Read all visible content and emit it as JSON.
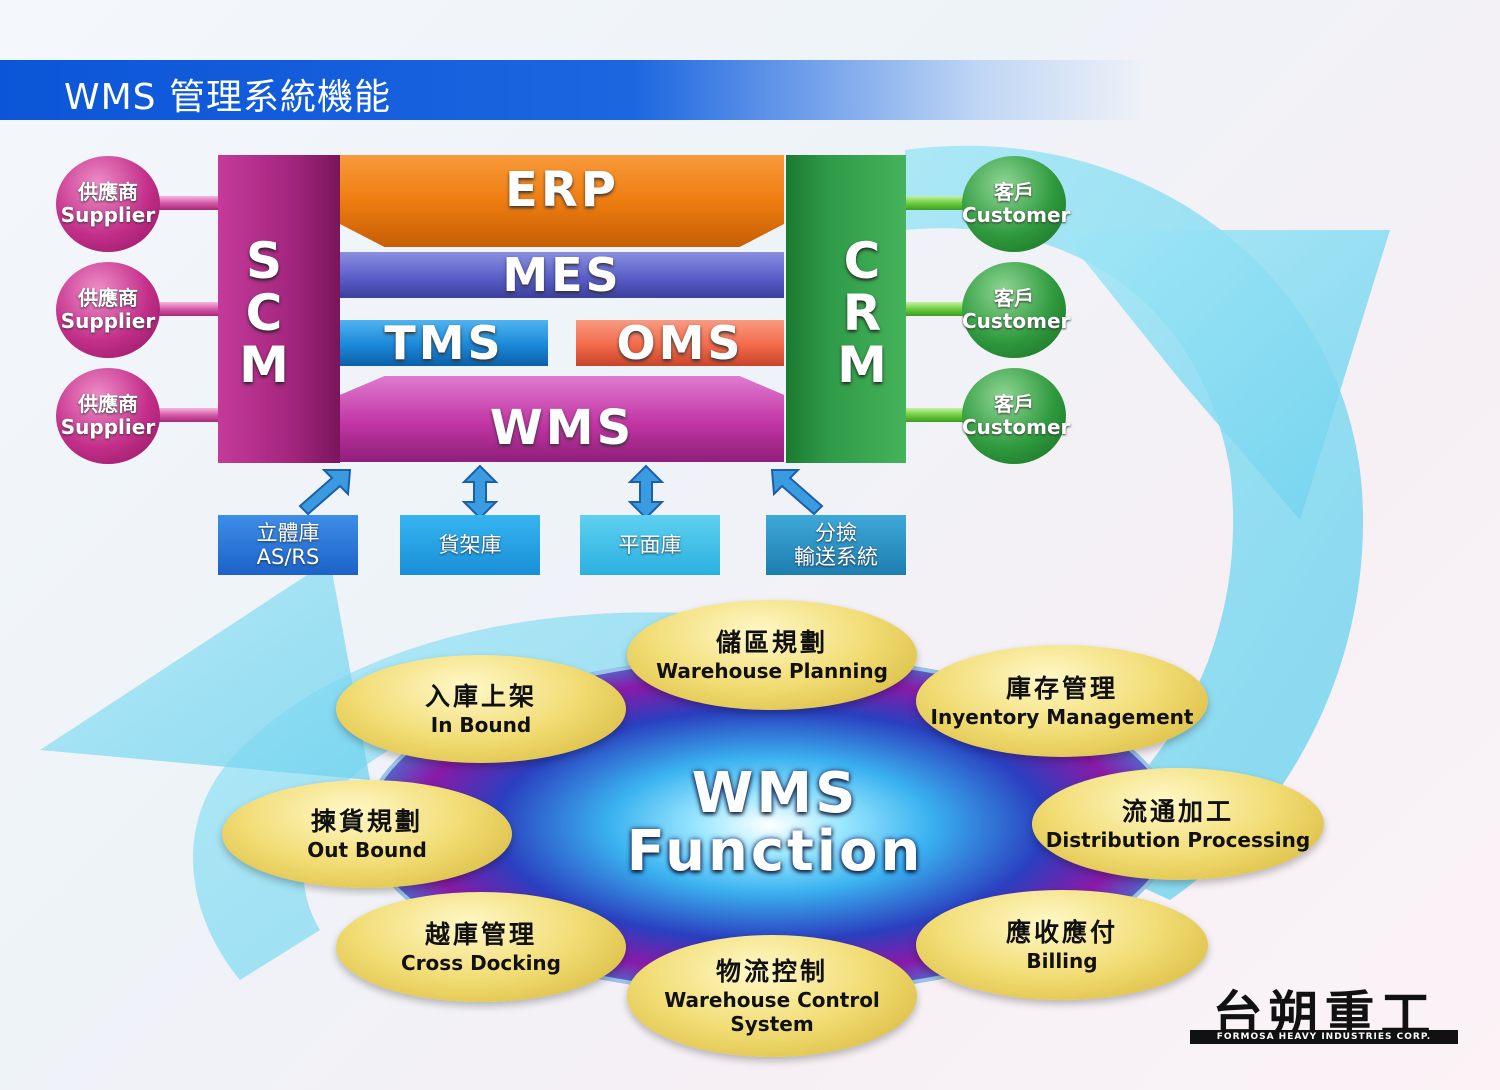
{
  "title": "WMS  管理系統機能",
  "suppliers": [
    {
      "zh": "供應商",
      "en": "Supplier"
    },
    {
      "zh": "供應商",
      "en": "Supplier"
    },
    {
      "zh": "供應商",
      "en": "Supplier"
    }
  ],
  "customers": [
    {
      "zh": "客戶",
      "en": "Customer"
    },
    {
      "zh": "客戶",
      "en": "Customer"
    },
    {
      "zh": "客戶",
      "en": "Customer"
    }
  ],
  "scm": [
    "S",
    "C",
    "M"
  ],
  "crm": [
    "C",
    "R",
    "M"
  ],
  "layers": {
    "erp": "ERP",
    "mes": "MES",
    "tms": "TMS",
    "oms": "OMS",
    "wms": "WMS"
  },
  "storage": [
    {
      "l1": "立體庫",
      "l2": "AS/RS"
    },
    {
      "l1": "貨架庫",
      "l2": ""
    },
    {
      "l1": "平面庫",
      "l2": ""
    },
    {
      "l1": "分撿",
      "l2": "輸送系統"
    }
  ],
  "hub": {
    "line1": "WMS",
    "line2": "Function"
  },
  "functions": {
    "planning": {
      "zh": "儲區規劃",
      "en": "Warehouse Planning"
    },
    "inbound": {
      "zh": "入庫上架",
      "en": "In Bound"
    },
    "inventory": {
      "zh": "庫存管理",
      "en": "Inyentory Management"
    },
    "outbound": {
      "zh": "揀貨規劃",
      "en": "Out Bound"
    },
    "processing": {
      "zh": "流通加工",
      "en": "Distribution Processing"
    },
    "crossdock": {
      "zh": "越庫管理",
      "en": "Cross Docking"
    },
    "billing": {
      "zh": "應收應付",
      "en": "Billing"
    },
    "control": {
      "zh": "物流控制",
      "en": "Warehouse Control System"
    }
  },
  "logo": {
    "zh": "台朔重工",
    "en": "FORMOSA HEAVY INDUSTRIES CORP."
  },
  "colors": {
    "title_bar": "#0b55d8",
    "supplier": "#c32f8a",
    "customer": "#2f9a3e",
    "scm": "#a3267e",
    "crm": "#2f9a48",
    "erp": "#ee7d10",
    "mes": "#5a5fc8",
    "tms": "#1a88d8",
    "oms": "#f26a4a",
    "wms": "#c136a4",
    "ellipse": "#f1dc73"
  }
}
